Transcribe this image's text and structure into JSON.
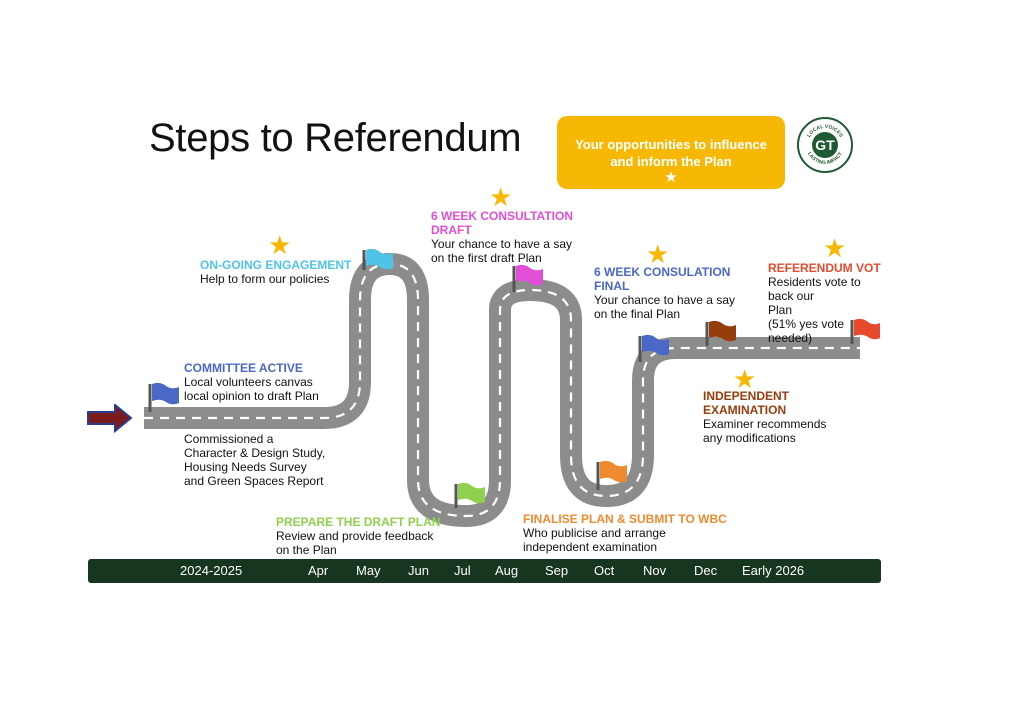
{
  "title": "Steps to Referendum",
  "opportunity_box": {
    "text": "Your opportunities to influence and inform the Plan",
    "icon": "star-icon",
    "color": "#f6b804"
  },
  "logo": {
    "letters": "GT",
    "ring_top": "LOCAL VOICES",
    "ring_bottom": "LASTING IMPACT",
    "color": "#1e5a32"
  },
  "steps": {
    "committee": {
      "heading": "COMMITTEE ACTIVE",
      "lines": [
        "Local volunteers canvas",
        "local opinion to draft Plan"
      ],
      "extra": [
        "Commissioned a",
        "Character & Design Study,",
        "Housing Needs Survey",
        "and Green Spaces Report"
      ],
      "flag_color": "#4a68c5"
    },
    "engagement": {
      "heading": "ON-GOING ENGAGEMENT",
      "lines": [
        "Help to form our policies"
      ],
      "flag_color": "#4fc3e8"
    },
    "draft_plan": {
      "heading": "PREPARE THE DRAFT PLAN",
      "lines": [
        "Review and provide feedback",
        "on the Plan"
      ],
      "flag_color": "#8fd14f"
    },
    "consultation_draft": {
      "heading": "6 WEEK CONSULTATION DRAFT",
      "lines": [
        "Your chance to have a say",
        "on the first draft Plan"
      ],
      "flag_color": "#e14fd6"
    },
    "finalise": {
      "heading": "FINALISE PLAN & SUBMIT TO WBC",
      "lines": [
        "Who publicise and arrange",
        "independent examination"
      ],
      "flag_color": "#f08a2e"
    },
    "consultation_final": {
      "heading": "6 WEEK CONSULATION FINAL",
      "lines": [
        "Your chance to have a say",
        "on the final Plan"
      ],
      "flag_color": "#4a68c5"
    },
    "examination": {
      "heading": "INDEPENDENT EXAMINATION",
      "lines": [
        "Examiner recommends",
        "any modifications"
      ],
      "flag_color": "#963d0c"
    },
    "referendum": {
      "heading": "REFERENDUM VOTE",
      "lines": [
        "Residents vote to",
        "back our",
        "Plan",
        "(51% yes vote",
        "needed)"
      ],
      "flag_color": "#e84a2c"
    }
  },
  "timeline": {
    "labels": [
      "2024-2025",
      "Apr",
      "May",
      "Jun",
      "Jul",
      "Aug",
      "Sep",
      "Oct",
      "Nov",
      "Dec",
      "Early 2026"
    ],
    "color": "#16361f"
  },
  "road_color": "#8c8c8c",
  "arrow_color": "#7b1c1c"
}
